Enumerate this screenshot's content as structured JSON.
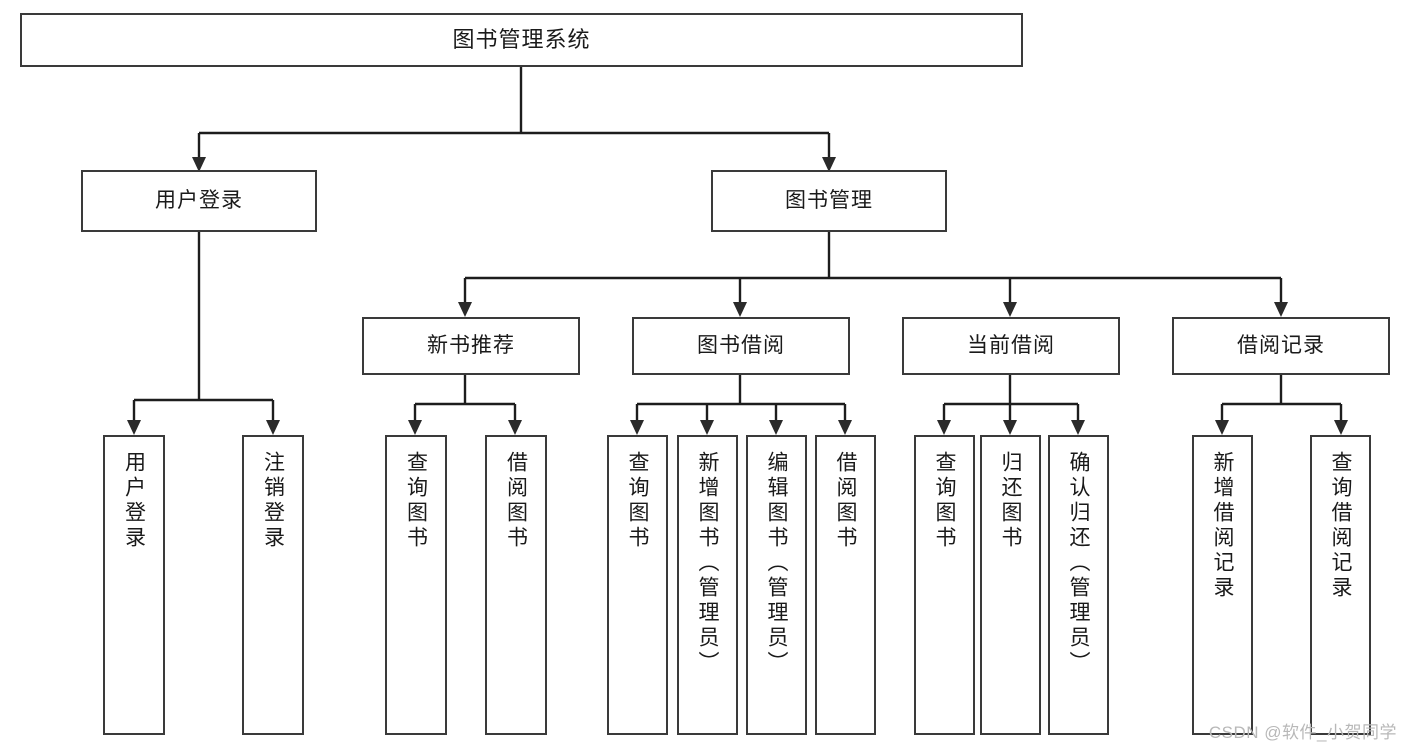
{
  "diagram": {
    "title": "图书管理系统",
    "watermark": "CSDN @软件_小贺同学",
    "colors": {
      "box_border": "#3a3a3a",
      "connector": "#1d1d1d",
      "background": "#ffffff",
      "text": "#1a1a1a",
      "watermark": "#b8b8b8"
    },
    "nodes": {
      "root": {
        "label": "图书管理系统"
      },
      "level2": [
        {
          "id": "user-login",
          "label": "用户登录"
        },
        {
          "id": "book-management",
          "label": "图书管理"
        }
      ],
      "level3": [
        {
          "id": "new-book-recommend",
          "label": "新书推荐"
        },
        {
          "id": "book-borrow",
          "label": "图书借阅"
        },
        {
          "id": "current-borrow",
          "label": "当前借阅"
        },
        {
          "id": "borrow-record",
          "label": "借阅记录"
        }
      ],
      "leaves": {
        "user_login": [
          {
            "id": "leaf-user-login",
            "label": "用户登录"
          },
          {
            "id": "leaf-logout-login",
            "label": "注销登录"
          }
        ],
        "new_book_recommend": [
          {
            "id": "leaf-query-book-1",
            "label": "查询图书"
          },
          {
            "id": "leaf-borrow-book-1",
            "label": "借阅图书"
          }
        ],
        "book_borrow": [
          {
            "id": "leaf-query-book-2",
            "label": "查询图书"
          },
          {
            "id": "leaf-add-book-admin",
            "label": "新增图书（管理员）"
          },
          {
            "id": "leaf-edit-book-admin",
            "label": "编辑图书（管理员）"
          },
          {
            "id": "leaf-borrow-book-2",
            "label": "借阅图书"
          }
        ],
        "current_borrow": [
          {
            "id": "leaf-query-book-3",
            "label": "查询图书"
          },
          {
            "id": "leaf-return-book",
            "label": "归还图书"
          },
          {
            "id": "leaf-confirm-return-admin",
            "label": "确认归还（管理员）"
          }
        ],
        "borrow_record": [
          {
            "id": "leaf-add-borrow-record",
            "label": "新增借阅记录"
          },
          {
            "id": "leaf-query-borrow-record",
            "label": "查询借阅记录"
          }
        ]
      }
    }
  }
}
